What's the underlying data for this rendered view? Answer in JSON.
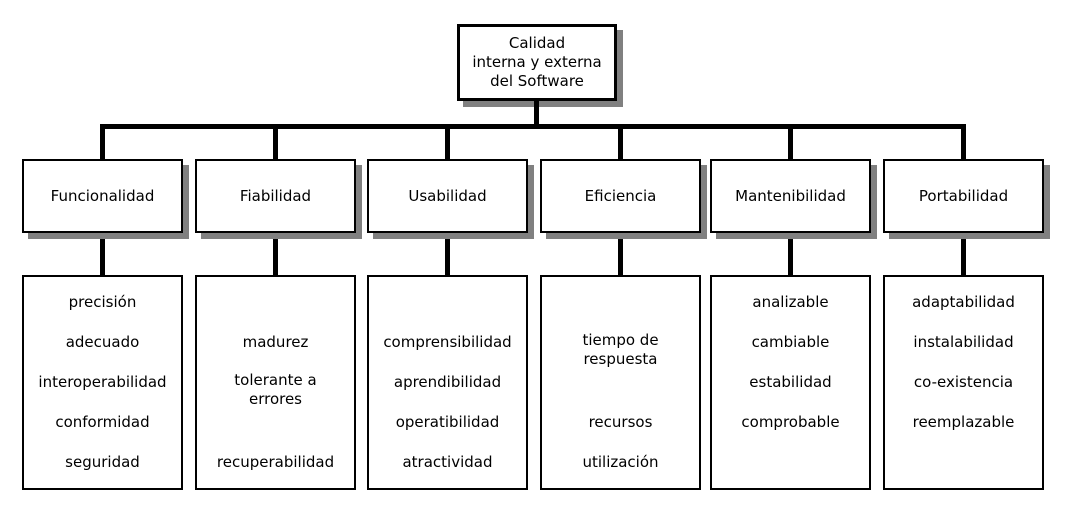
{
  "diagram": {
    "type": "hierarchy-tree",
    "colors": {
      "border": "#000000",
      "shadow": "#808080",
      "background": "#ffffff",
      "connector": "#000000"
    }
  },
  "root": {
    "label": "Calidad\ninterna y externa\ndel Software"
  },
  "categories": [
    {
      "label": "Funcionalidad",
      "attributes": [
        {
          "text": "precisión",
          "row": 0
        },
        {
          "text": "adecuado",
          "row": 1
        },
        {
          "text": "interoperabilidad",
          "row": 2
        },
        {
          "text": "conformidad",
          "row": 3
        },
        {
          "text": "seguridad",
          "row": 4
        }
      ]
    },
    {
      "label": "Fiabilidad",
      "attributes": [
        {
          "text": "madurez",
          "row": 1
        },
        {
          "text": "tolerante a\nerrores",
          "row": 2.2
        },
        {
          "text": "recuperabilidad",
          "row": 4
        }
      ]
    },
    {
      "label": "Usabilidad",
      "attributes": [
        {
          "text": "comprensibilidad",
          "row": 1
        },
        {
          "text": "aprendibilidad",
          "row": 2
        },
        {
          "text": "operatibilidad",
          "row": 3
        },
        {
          "text": "atractividad",
          "row": 4
        }
      ]
    },
    {
      "label": "Eficiencia",
      "attributes": [
        {
          "text": "tiempo de\nrespuesta",
          "row": 1.2
        },
        {
          "text": "recursos",
          "row": 3
        },
        {
          "text": "utilización",
          "row": 4
        }
      ]
    },
    {
      "label": "Mantenibilidad",
      "attributes": [
        {
          "text": "analizable",
          "row": 0
        },
        {
          "text": "cambiable",
          "row": 1
        },
        {
          "text": "estabilidad",
          "row": 2
        },
        {
          "text": "comprobable",
          "row": 3
        }
      ]
    },
    {
      "label": "Portabilidad",
      "attributes": [
        {
          "text": "adaptabilidad",
          "row": 0
        },
        {
          "text": "instalabilidad",
          "row": 1
        },
        {
          "text": "co-existencia",
          "row": 2
        },
        {
          "text": "reemplazable",
          "row": 3
        }
      ]
    }
  ]
}
